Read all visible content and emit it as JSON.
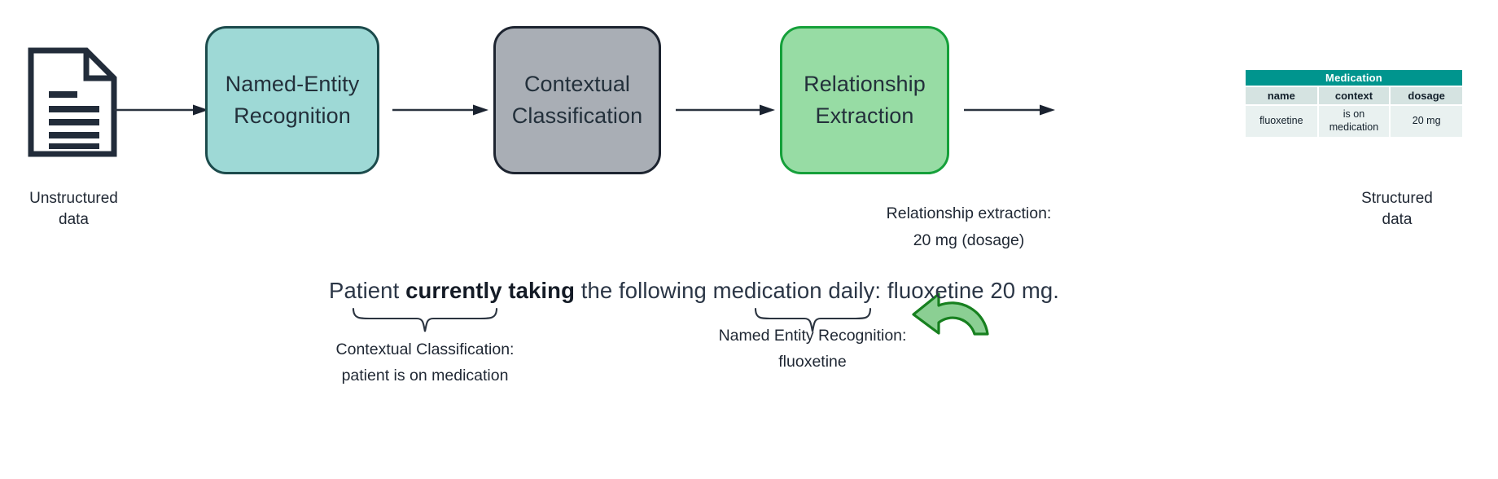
{
  "diagram": {
    "title": "NLP clinical text structuring pipeline",
    "colors": {
      "teal_fill": "#9ed9d6",
      "teal_border": "#1c4b4c",
      "gray_fill": "#a9aeb5",
      "gray_border": "#1d2430",
      "green_fill": "#97dca4",
      "green_border": "#15a03a",
      "table_header": "#00958e",
      "table_subheader": "#d5e3e1",
      "table_cell": "#e9f1f0",
      "arrow_green_fill": "#8bcf93",
      "arrow_green_border": "#17801f",
      "text": "#1f2733"
    },
    "icons": {
      "document": "document-icon",
      "curved_arrow": "curved-arrow-icon"
    },
    "stages": [
      {
        "id": "ner",
        "line1": "Named-Entity",
        "line2": "Recognition"
      },
      {
        "id": "cc",
        "line1": "Contextual",
        "line2": "Classification"
      },
      {
        "id": "re",
        "line1": "Relationship",
        "line2": "Extraction"
      }
    ],
    "endpoints": {
      "input": {
        "line1": "Unstructured",
        "line2": "data"
      },
      "output": {
        "line1": "Structured",
        "line2": "data"
      }
    },
    "table": {
      "title": "Medication",
      "columns": [
        "name",
        "context",
        "dosage"
      ],
      "rows": [
        {
          "name": "fluoxetine",
          "context": "is on medication",
          "dosage": "20 mg"
        }
      ]
    },
    "sentence": {
      "part1": "Patient ",
      "highlight1": "currently taking",
      "part2": " the following medication daily: ",
      "highlight2": "fluoxetine",
      "part3": " 20 mg."
    },
    "annotations": {
      "relationship": {
        "line1": "Relationship extraction:",
        "line2": "20 mg (dosage)"
      },
      "contextual": {
        "line1": "Contextual Classification:",
        "line2": "patient is on medication"
      },
      "named_entity": {
        "line1": "Named Entity Recognition:",
        "line2": "fluoxetine"
      }
    }
  }
}
